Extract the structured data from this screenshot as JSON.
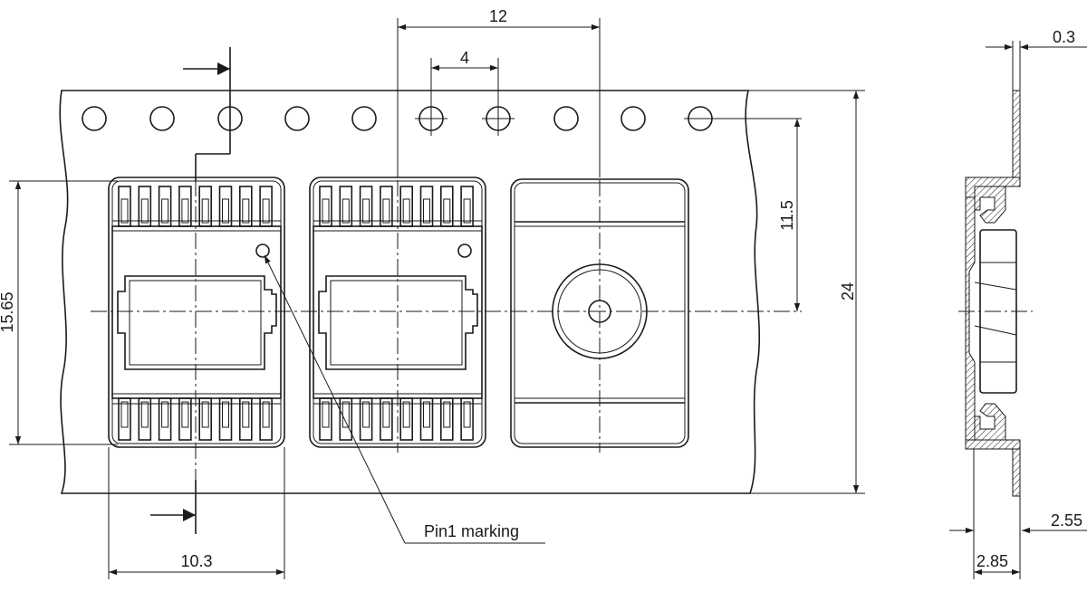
{
  "dimensions": {
    "pitch_12": "12",
    "pitch_4": "4",
    "tape_width": "24",
    "hole_to_center": "11.5",
    "pocket_length": "15.65",
    "pocket_width": "10.3",
    "tape_thickness": "0.3",
    "pocket_depth": "2.85",
    "component_height": "2.55"
  },
  "labels": {
    "pin1": "Pin1 marking"
  }
}
